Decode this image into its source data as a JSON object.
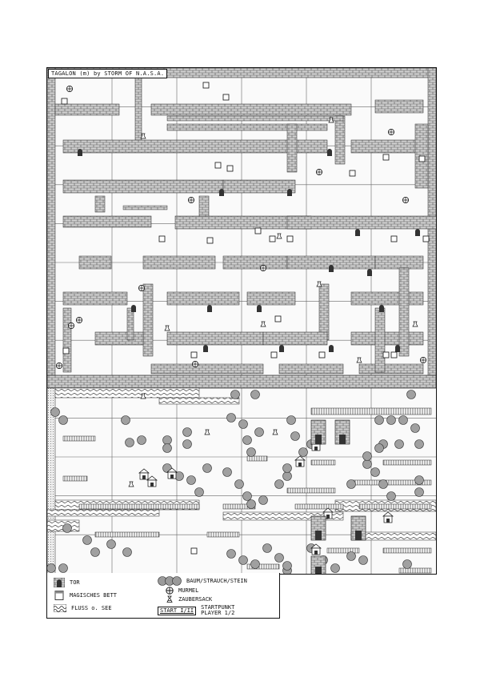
{
  "map": {
    "title": "TAGALON (m) by STORM OF N.A.S.A."
  },
  "legend": {
    "tor": "TOR",
    "bett": "MAGISCHES BETT",
    "fluss": "FLUSS o. SEE",
    "baum": "BAUM/STRAUCH/STEIN",
    "murmel": "MURMEL",
    "zaubersack": "ZAUBERSACK",
    "start_badge": "START I/II",
    "startpunkt": "STARTPUNKT",
    "player": "PLAYER 1/2"
  },
  "icons": {
    "tor": "door-icon",
    "bett": "bed-icon",
    "fluss": "water-icon",
    "baum": "tree-icon",
    "murmel": "marble-icon",
    "zaubersack": "magic-bag-icon"
  },
  "colors": {
    "ink": "#111111",
    "brick": "#c8c8c8",
    "tree": "#9a9a9a",
    "paper": "#ffffff"
  }
}
